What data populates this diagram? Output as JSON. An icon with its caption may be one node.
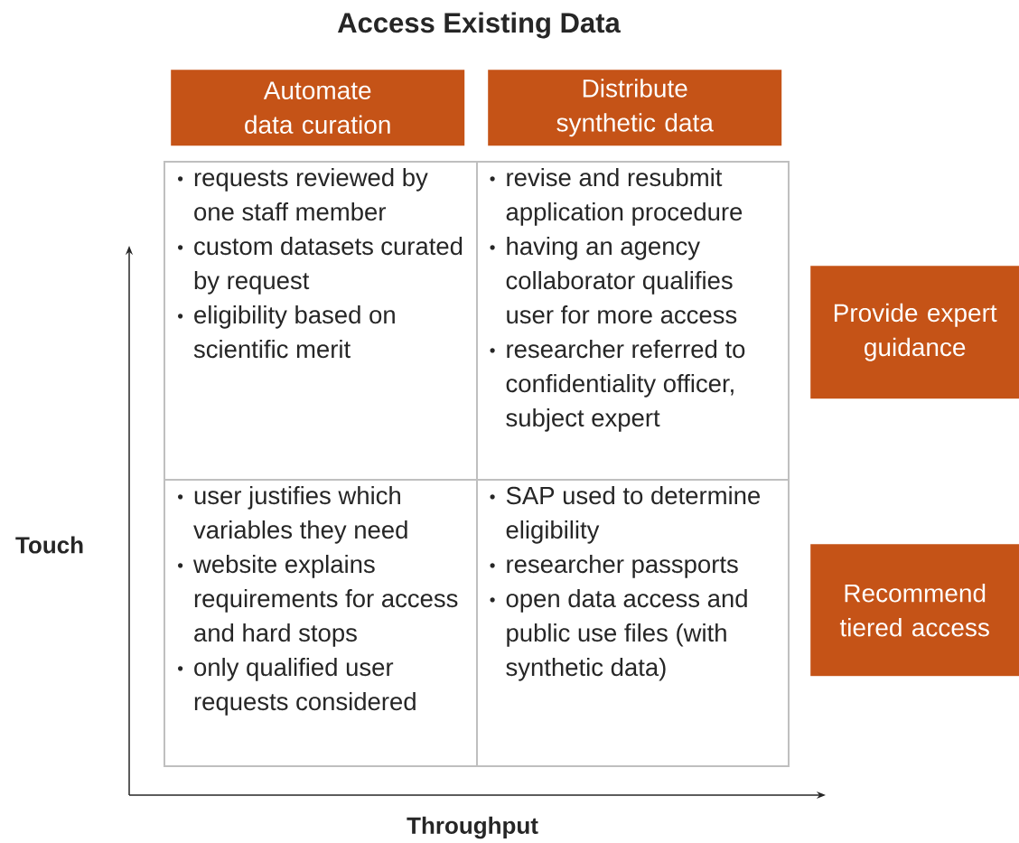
{
  "diagram": {
    "title": "Access Existing Data",
    "nodes": [
      {
        "text": [
          "Automate data curation"
        ]
      },
      {
        "text": [
          "Distribute synthetic data"
        ]
      },
      {
        "text": [
          "requests reviewed by one staff member",
          "custom datasets curated by request",
          "eligibility based on scientific merit"
        ]
      },
      {
        "text": [
          "revise and resubmit application procedure",
          "having an agency collaborator qualifies user for more access",
          "researcher referred to confidentiality officer, subject expert"
        ]
      },
      {
        "text": [
          "Provide expert guidance"
        ]
      },
      {
        "text": [
          "user justifies which variables they need",
          "website explains requirements for access and hard stops",
          "only qualified user requests considered"
        ]
      },
      {
        "text": [
          "SAP used to determine eligibility",
          "researcher passports",
          "open data access and public use files (with synthetic data)"
        ]
      },
      {
        "text": [
          "Recommend tiered access"
        ]
      }
    ],
    "labels": [
      "Touch",
      "Throughput"
    ]
  }
}
